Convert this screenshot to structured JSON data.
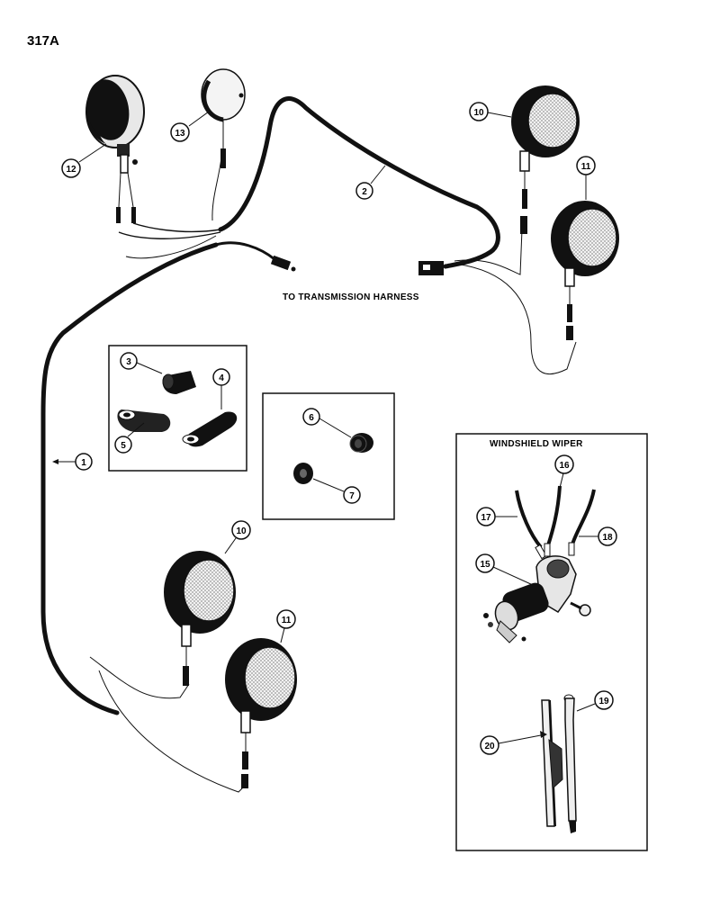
{
  "page_number": "317A",
  "harness_caption": "TO TRANSMISSION HARNESS",
  "wiper_caption": "WINDSHIELD WIPER",
  "callouts": {
    "c1": "1",
    "c2": "2",
    "c3": "3",
    "c4": "4",
    "c5": "5",
    "c6": "6",
    "c7": "7",
    "c10a": "10",
    "c11a": "11",
    "c10b": "10",
    "c11b": "11",
    "c12": "12",
    "c13": "13",
    "c15": "15",
    "c16": "16",
    "c17": "17",
    "c18": "18",
    "c19": "19",
    "c20": "20"
  }
}
